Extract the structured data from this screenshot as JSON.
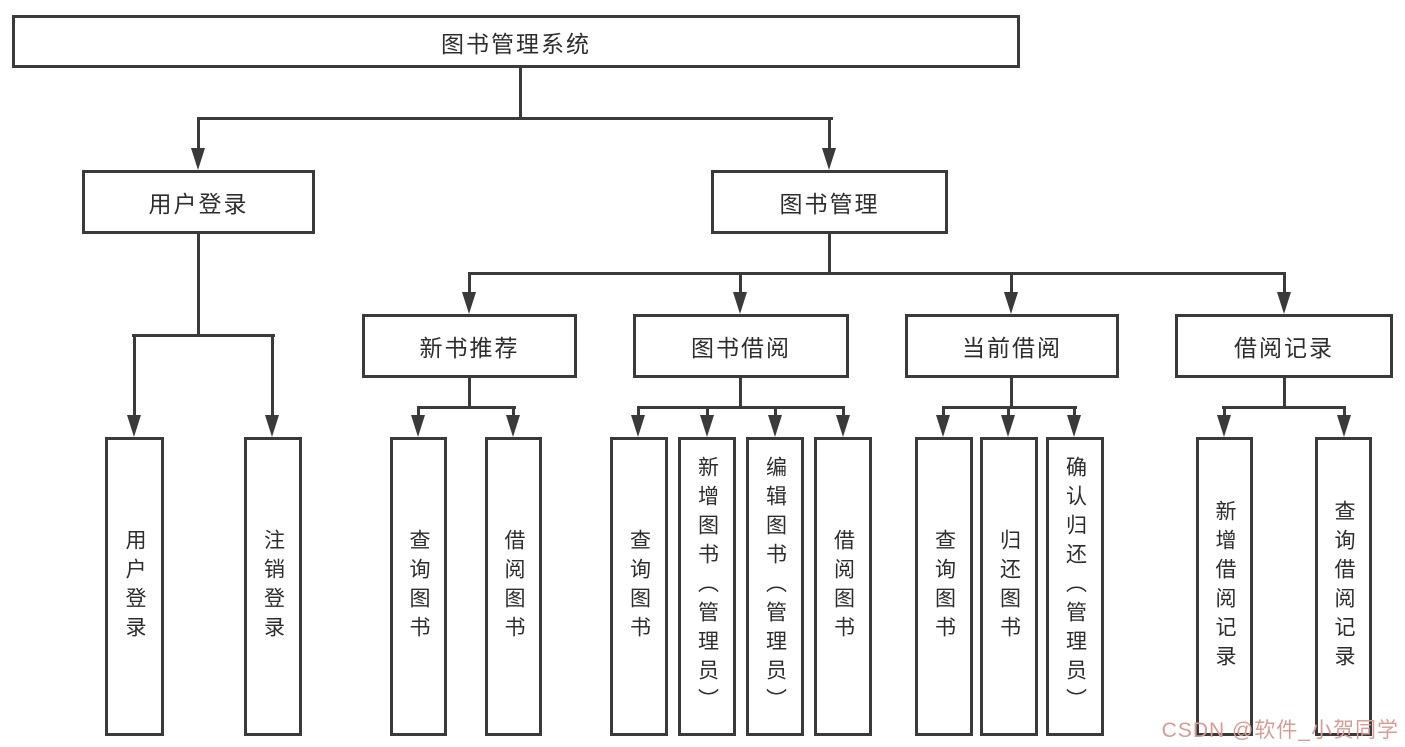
{
  "diagram": {
    "root": "图书管理系统",
    "level2": {
      "user_login": "用户登录",
      "book_mgmt": "图书管理"
    },
    "level3": {
      "new_book_rec": "新书推荐",
      "book_borrow": "图书借阅",
      "current_borrow": "当前借阅",
      "borrow_records": "借阅记录"
    },
    "leaves": {
      "user_login": "用户登录",
      "logout": "注销登录",
      "rec_query_book": "查询图书",
      "rec_borrow_book": "借阅图书",
      "bor_query_book": "查询图书",
      "bor_add_book": "新增图书（管理员）",
      "bor_edit_book": "编辑图书（管理员）",
      "bor_borrow_book": "借阅图书",
      "cur_query_book": "查询图书",
      "cur_return_book": "归还图书",
      "cur_confirm_return": "确认归还（管理员）",
      "rcd_add_record": "新增借阅记录",
      "rcd_query_record": "查询借阅记录"
    }
  },
  "watermark": {
    "text": "CSDN @软件_小贺同学"
  },
  "colors": {
    "line": "#3a3a3a",
    "box_background": "#ffffff",
    "text": "#2d2d2d",
    "watermark": "#d89c94"
  }
}
